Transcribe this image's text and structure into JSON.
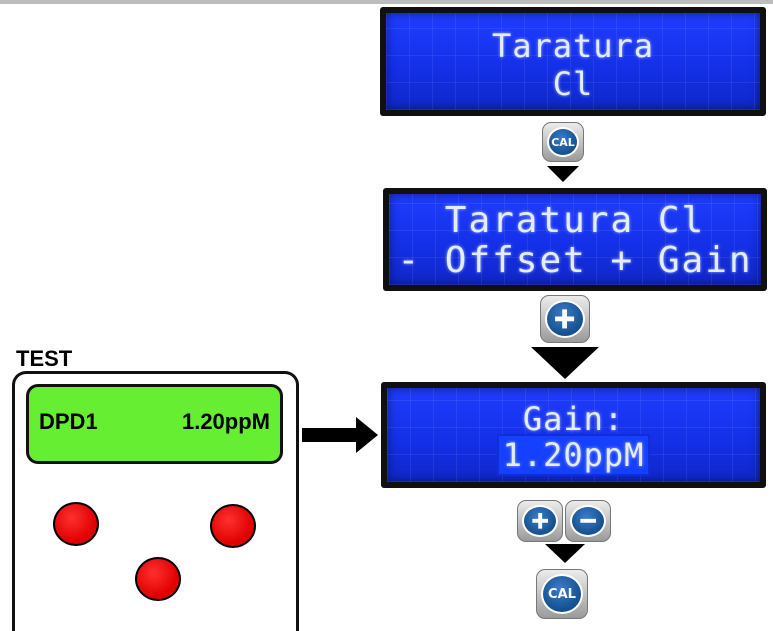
{
  "screens": [
    {
      "line1": "Taratura",
      "line2": "Cl"
    },
    {
      "line1": "Taratura Cl",
      "line2": "- Offset + Gain"
    },
    {
      "line1": "Gain:",
      "line2": "1.20ppM"
    }
  ],
  "buttons": {
    "cal_label": "CAL"
  },
  "device": {
    "title": "TEST",
    "display_left": "DPD1",
    "display_right": "1.20ppM"
  },
  "colors": {
    "lcd_blue": "#1430e8",
    "device_lcd_green": "#66ee33",
    "device_button_red": "#e00000",
    "icon_blue": "#15508f"
  }
}
